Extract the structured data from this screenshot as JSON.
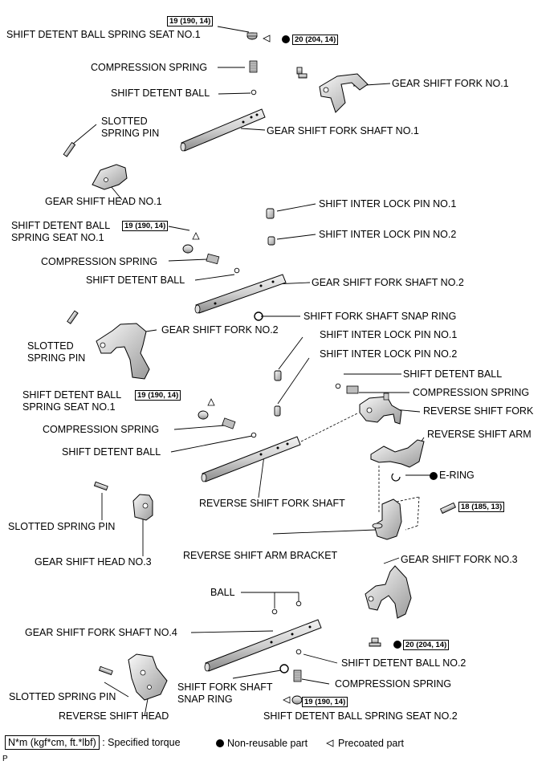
{
  "labels": {
    "seat1_top": "SHIFT DETENT BALL SPRING SEAT NO.1",
    "comp_spring_1": "COMPRESSION SPRING",
    "ball_1": "SHIFT DETENT BALL",
    "fork1": "GEAR SHIFT FORK NO.1",
    "slotted_1": "SLOTTED\nSPRING PIN",
    "shaft1": "GEAR SHIFT FORK SHAFT NO.1",
    "head1": "GEAR SHIFT HEAD NO.1",
    "interlock1_a": "SHIFT INTER LOCK PIN NO.1",
    "interlock2_a": "SHIFT INTER LOCK PIN NO.2",
    "seat1_mid": "SHIFT DETENT BALL\nSPRING SEAT NO.1",
    "comp_spring_2": "COMPRESSION SPRING",
    "ball_2": "SHIFT DETENT BALL",
    "shaft2": "GEAR SHIFT FORK SHAFT NO.2",
    "snap_ring_1": "SHIFT FORK SHAFT SNAP RING",
    "slotted_2": "SLOTTED\nSPRING PIN",
    "fork2": "GEAR SHIFT FORK NO.2",
    "interlock1_b": "SHIFT INTER LOCK PIN NO.1",
    "interlock2_b": "SHIFT INTER LOCK PIN NO.2",
    "ball_rev": "SHIFT DETENT BALL",
    "comp_spring_rev": "COMPRESSION SPRING",
    "rev_fork": "REVERSE SHIFT FORK",
    "seat1_low": "SHIFT DETENT BALL\nSPRING SEAT NO.1",
    "rev_arm": "REVERSE SHIFT ARM",
    "comp_spring_3": "COMPRESSION SPRING",
    "ball_3": "SHIFT DETENT BALL",
    "e_ring": "E-RING",
    "rev_shaft": "REVERSE SHIFT FORK SHAFT",
    "slotted_3": "SLOTTED SPRING PIN",
    "head3": "GEAR SHIFT HEAD NO.3",
    "rev_arm_bracket": "REVERSE SHIFT ARM BRACKET",
    "fork3": "GEAR SHIFT FORK NO.3",
    "ball_plain": "BALL",
    "shaft4": "GEAR SHIFT FORK SHAFT NO.4",
    "ball_no2": "SHIFT DETENT BALL NO.2",
    "snap_ring_2": "SHIFT FORK SHAFT\nSNAP RING",
    "comp_spring_4": "COMPRESSION SPRING",
    "slotted_4": "SLOTTED SPRING PIN",
    "rev_head": "REVERSE SHIFT HEAD",
    "seat2": "SHIFT DETENT BALL SPRING SEAT NO.2"
  },
  "torques": {
    "t1": "19 (190, 14)",
    "t2": "20 (204, 14)",
    "t3": "19 (190, 14)",
    "t4": "19 (190, 14)",
    "t5": "18 (185, 13)",
    "t6": "20 (204, 14)",
    "t7": "19 (190, 14)"
  },
  "legend": {
    "box": "N*m (kgf*cm, ft.*lbf)",
    "box_desc": ": Specified torque",
    "nonreusable": "Non-reusable part",
    "precoated": "Precoated part"
  },
  "page_marker": "P"
}
